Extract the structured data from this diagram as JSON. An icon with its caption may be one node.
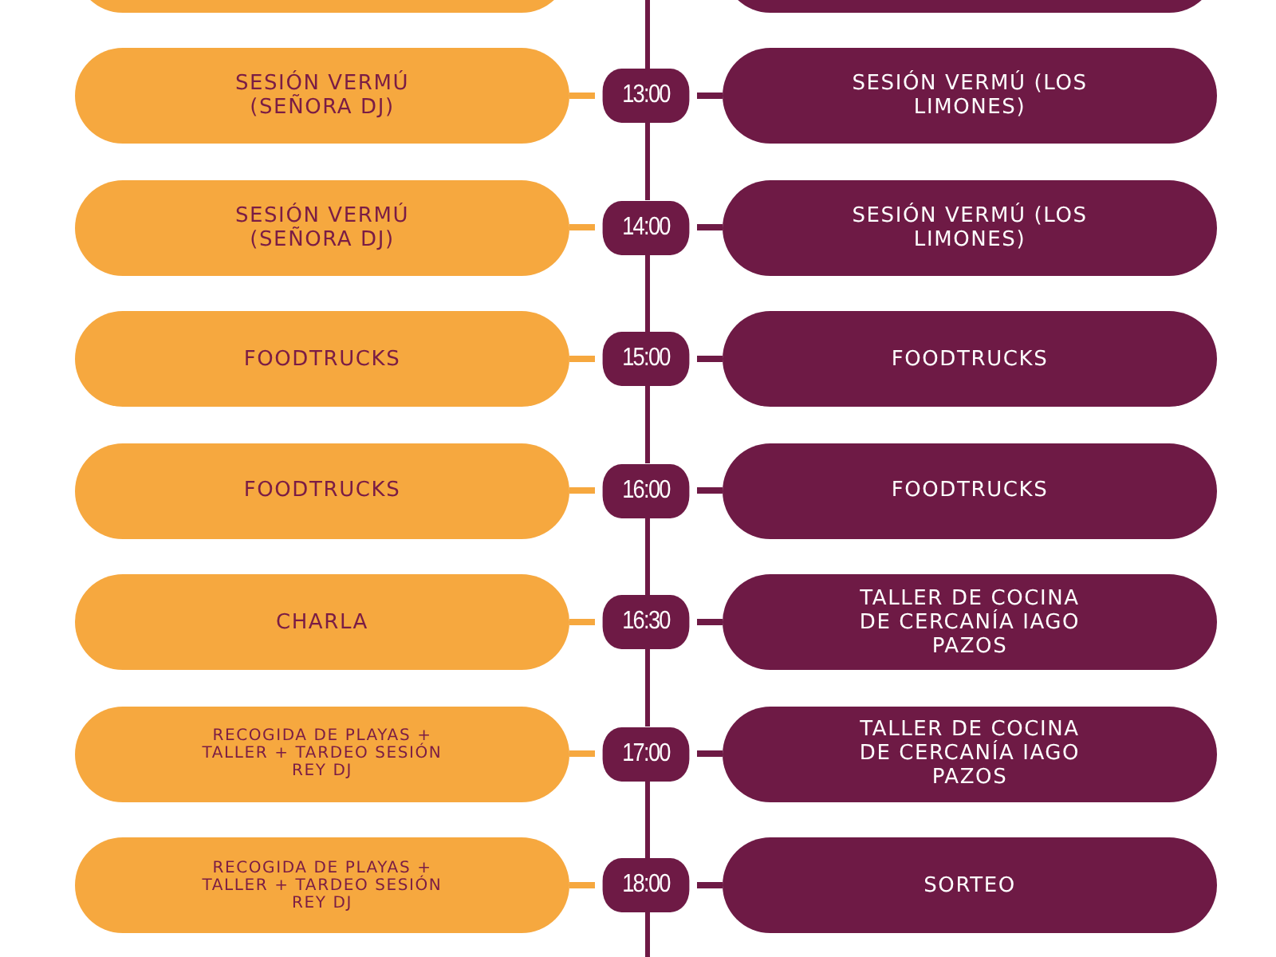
{
  "diagram": {
    "nodes": [
      {
        "text": [],
        "shape": "box"
      },
      {
        "text": [],
        "shape": "box"
      },
      {
        "text": [
          "SESIÓN VERMÚ (SEÑORA DJ)"
        ]
      },
      {
        "text": [
          "13:00"
        ]
      },
      {
        "text": [
          "SESIÓN VERMÚ (LOS LIMONES)"
        ]
      },
      {
        "text": [
          "SESIÓN VERMÚ (SEÑORA DJ)"
        ]
      },
      {
        "text": [
          "14:00"
        ]
      },
      {
        "text": [
          "SESIÓN VERMÚ (LOS LIMONES)"
        ]
      },
      {
        "text": [
          "FOODTRUCKS"
        ]
      },
      {
        "text": [
          "15:00"
        ]
      },
      {
        "text": [
          "FOODTRUCKS"
        ]
      },
      {
        "text": [
          "FOODTRUCKS"
        ]
      },
      {
        "text": [
          "16:00"
        ]
      },
      {
        "text": [
          "FOODTRUCKS"
        ]
      },
      {
        "text": [
          "CHARLA"
        ]
      },
      {
        "text": [
          "16:30"
        ]
      },
      {
        "text": [
          "TALLER DE COCINA DE CERCANÍA IAGO PAZOS"
        ]
      },
      {
        "text": [
          "RECOGIDA DE PLAYAS + TALLER + TARDEO SESIÓN REY DJ"
        ]
      },
      {
        "text": [
          "17:00"
        ]
      },
      {
        "text": [
          "TALLER DE COCINA DE CERCANÍA IAGO PAZOS"
        ]
      },
      {
        "text": [
          "RECOGIDA DE PLAYAS + TALLER + TARDEO SESIÓN REY DJ"
        ]
      },
      {
        "text": [
          "18:00"
        ]
      },
      {
        "text": [
          "SORTEO"
        ]
      }
    ],
    "edges": [
      {
        "from": 2,
        "to": 3,
        "arrow": "none",
        "color": "#f6a83f"
      },
      {
        "from": 3,
        "to": 4,
        "arrow": "none"
      },
      {
        "from": 5,
        "to": 6,
        "arrow": "none",
        "color": "#f6a83f"
      },
      {
        "from": 6,
        "to": 7,
        "arrow": "none"
      },
      {
        "from": 8,
        "to": 9,
        "arrow": "none",
        "color": "#f6a83f"
      },
      {
        "from": 9,
        "to": 10,
        "arrow": "none"
      },
      {
        "from": 11,
        "to": 12,
        "arrow": "none",
        "color": "#f6a83f"
      },
      {
        "from": 12,
        "to": 13,
        "arrow": "none"
      },
      {
        "from": 14,
        "to": 15,
        "arrow": "none",
        "color": "#f6a83f"
      },
      {
        "from": 15,
        "to": 16,
        "arrow": "none"
      },
      {
        "from": 17,
        "to": 18,
        "arrow": "none",
        "color": "#f6a83f"
      },
      {
        "from": 18,
        "to": 19,
        "arrow": "none"
      },
      {
        "from": 20,
        "to": 21,
        "arrow": "none",
        "color": "#f6a83f"
      },
      {
        "from": 21,
        "to": 22,
        "arrow": "none"
      },
      {
        "from": null,
        "to": 3,
        "arrow": "none"
      },
      {
        "from": 3,
        "to": 6,
        "arrow": "none"
      },
      {
        "from": 6,
        "to": 9,
        "arrow": "none"
      },
      {
        "from": 9,
        "to": 12,
        "arrow": "none"
      },
      {
        "from": 12,
        "to": 15,
        "arrow": "none"
      },
      {
        "from": 15,
        "to": 18,
        "arrow": "none"
      },
      {
        "from": 18,
        "to": 21,
        "arrow": "none"
      },
      {
        "from": 21,
        "to": null,
        "arrow": "none"
      }
    ]
  }
}
